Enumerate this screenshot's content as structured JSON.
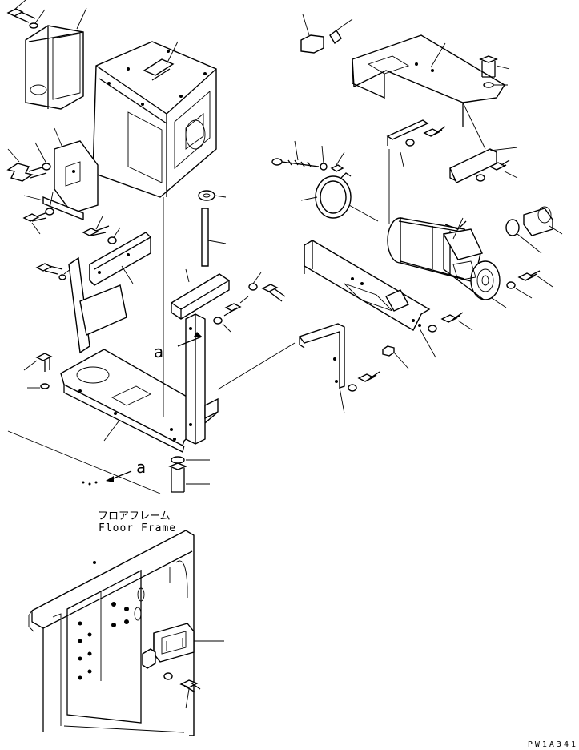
{
  "section_label": {
    "japanese": "フロアフレーム",
    "english": "Floor Frame"
  },
  "view_markers": [
    "a",
    "a"
  ],
  "drawing_code": "PW1A341",
  "colors": {
    "ink": "#000000",
    "paper": "#ffffff"
  }
}
